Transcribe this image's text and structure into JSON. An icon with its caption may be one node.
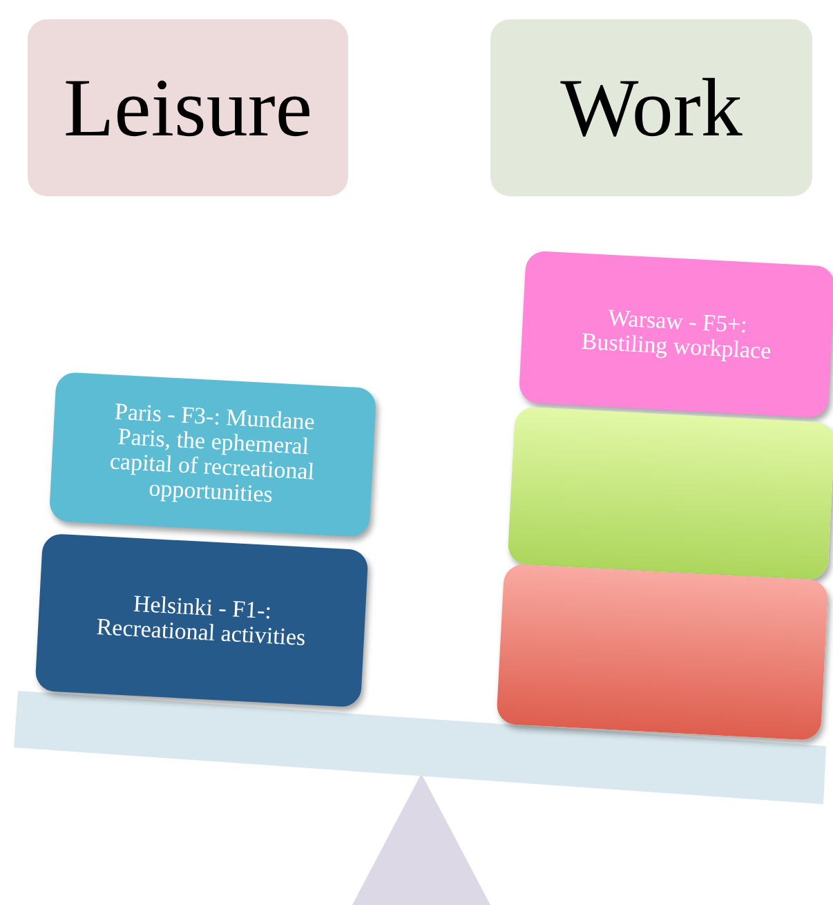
{
  "diagram": {
    "nodes": [
      {
        "text": [
          "Leisure"
        ]
      },
      {
        "text": [
          "Work"
        ]
      },
      {
        "text": [
          "Paris - F3-: Mundane Paris, the ephemeral capital of recreational opportunities"
        ]
      },
      {
        "text": [
          "Helsinki - F1-: Recreational activities"
        ]
      },
      {
        "text": [
          "Warsaw - F5+: Bustiling workplace"
        ]
      },
      {
        "text": [],
        "shape": "box"
      },
      {
        "text": [],
        "shape": "box"
      }
    ]
  }
}
